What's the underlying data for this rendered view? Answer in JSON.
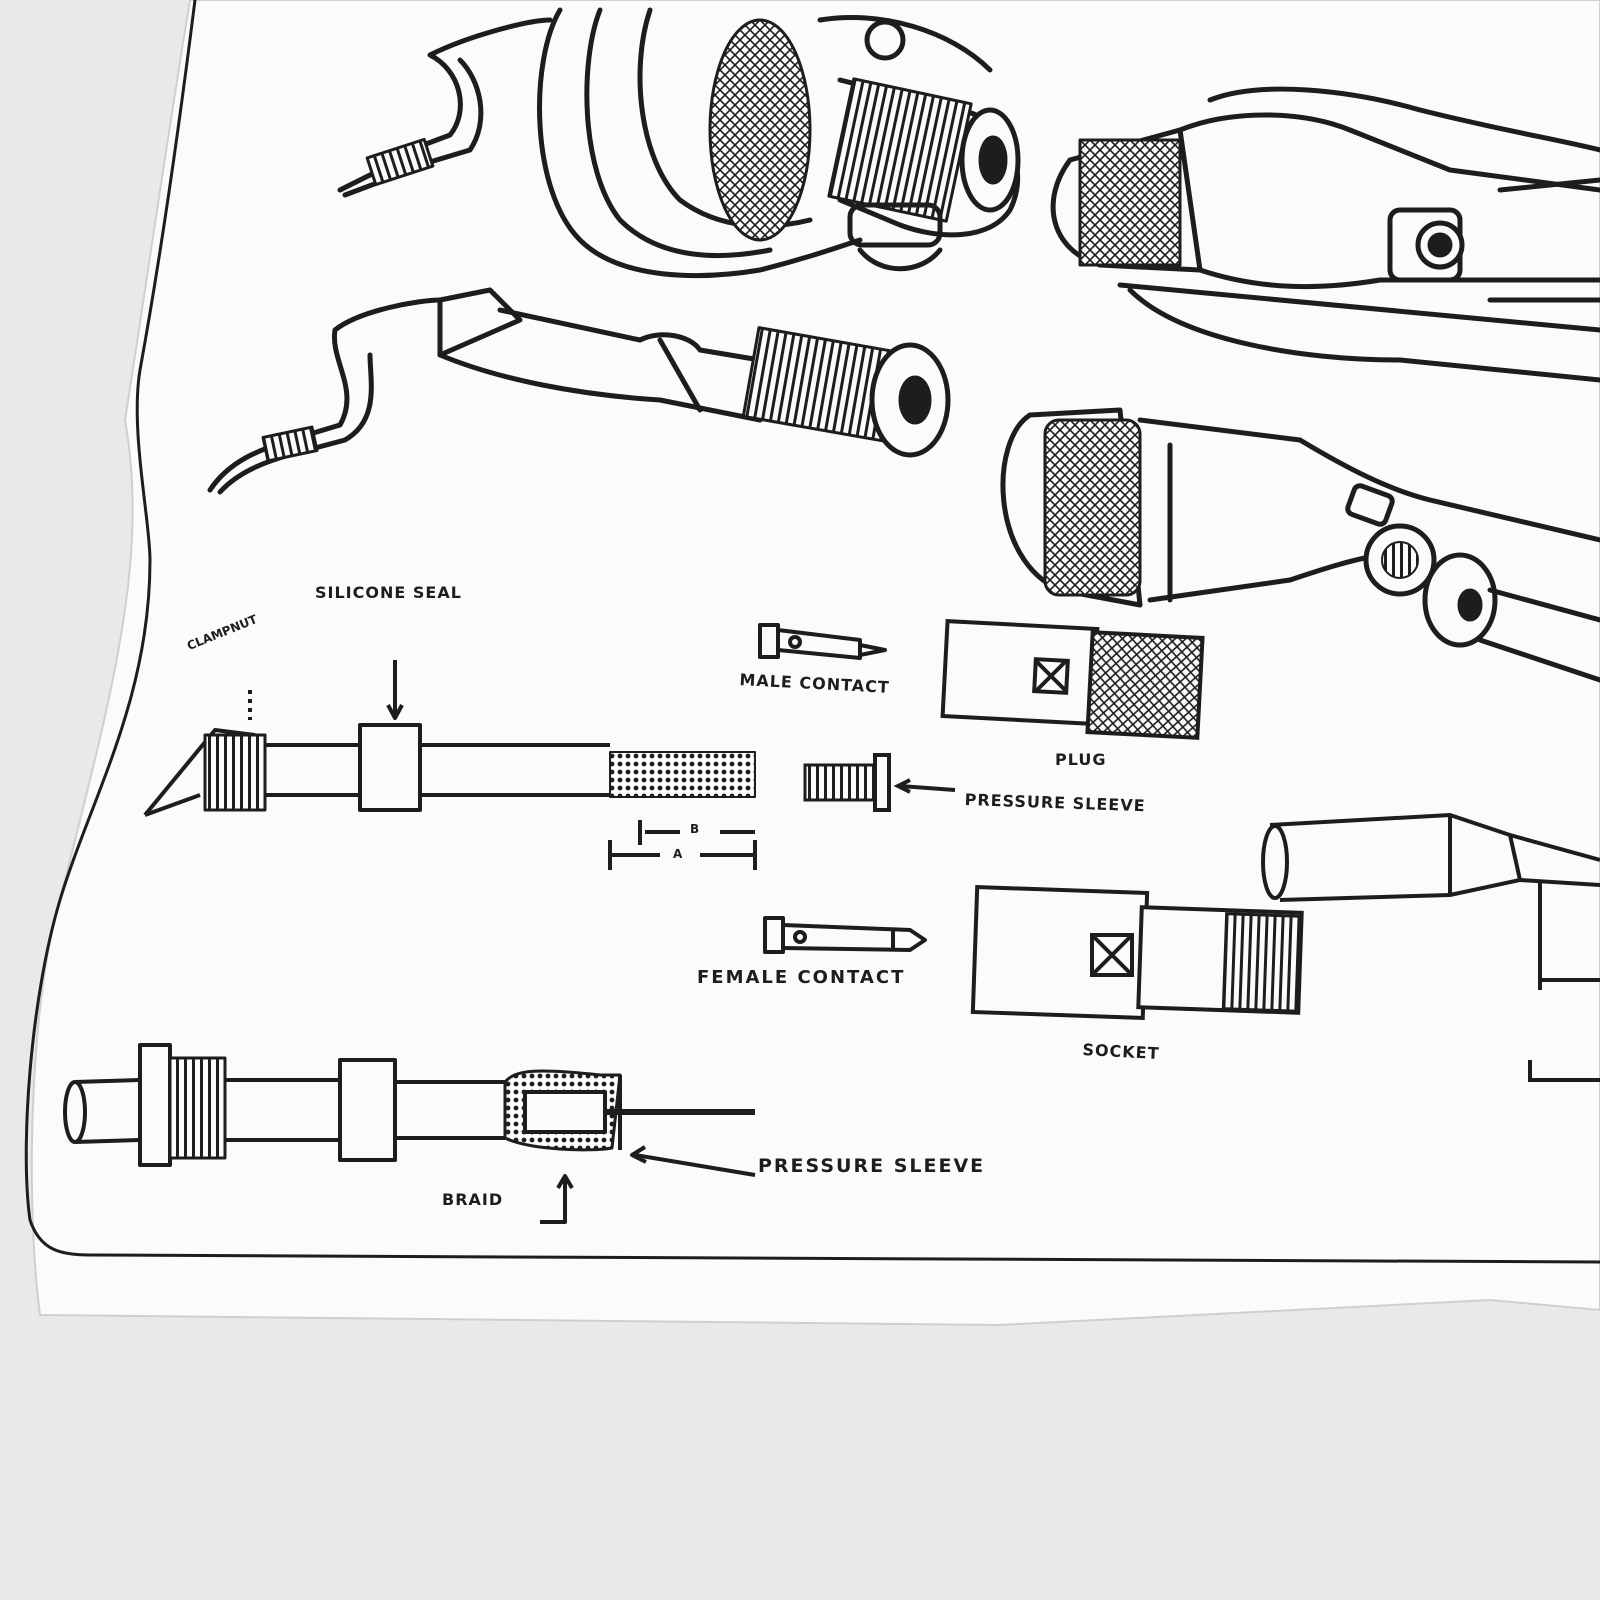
{
  "colors": {
    "ink": "#1d1d1d",
    "paper": "#fbfbfb",
    "background": "#e9e9e9"
  },
  "labels": {
    "clampnut": "CLAMPNUT",
    "silicone_seal": "SILICONE SEAL",
    "male_contact": "MALE CONTACT",
    "plug": "PLUG",
    "pressure_sleeve_top": "PRESSURE SLEEVE",
    "dim_b": "B",
    "dim_a": "A",
    "female_contact": "FEMALE CONTACT",
    "socket": "SOCKET",
    "pressure_sleeve_bottom": "PRESSURE SLEEVE",
    "braid": "BRAID"
  }
}
